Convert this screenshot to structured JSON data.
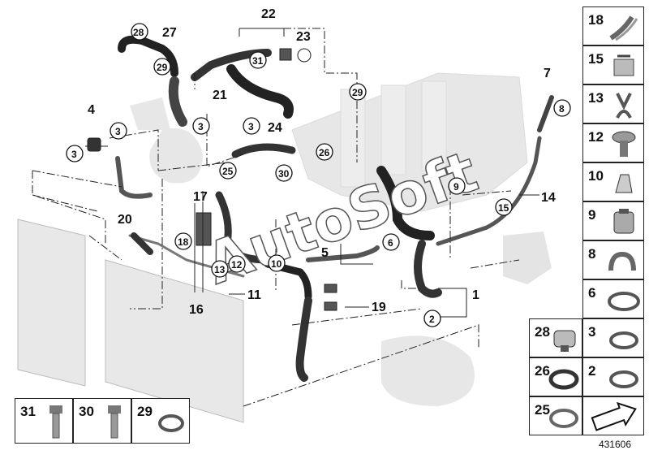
{
  "watermark": "AutoSoft",
  "document_id": "431606",
  "labels_plain": [
    "22",
    "27",
    "23",
    "21",
    "7",
    "4",
    "24",
    "20",
    "17",
    "5",
    "11",
    "16",
    "19",
    "1",
    "14"
  ],
  "labels_circled": [
    "28",
    "31",
    "29",
    "29",
    "3",
    "3",
    "3",
    "3",
    "3",
    "8",
    "25",
    "26",
    "30",
    "9",
    "15",
    "6",
    "18",
    "13",
    "12",
    "10",
    "2"
  ],
  "side_tiles": [
    "18",
    "15",
    "13",
    "12",
    "10",
    "9",
    "8",
    "6",
    "3",
    "2"
  ],
  "side_tiles_pair_left": [
    "28",
    "26",
    "25"
  ],
  "bottom_tiles": [
    "31",
    "30",
    "29"
  ]
}
